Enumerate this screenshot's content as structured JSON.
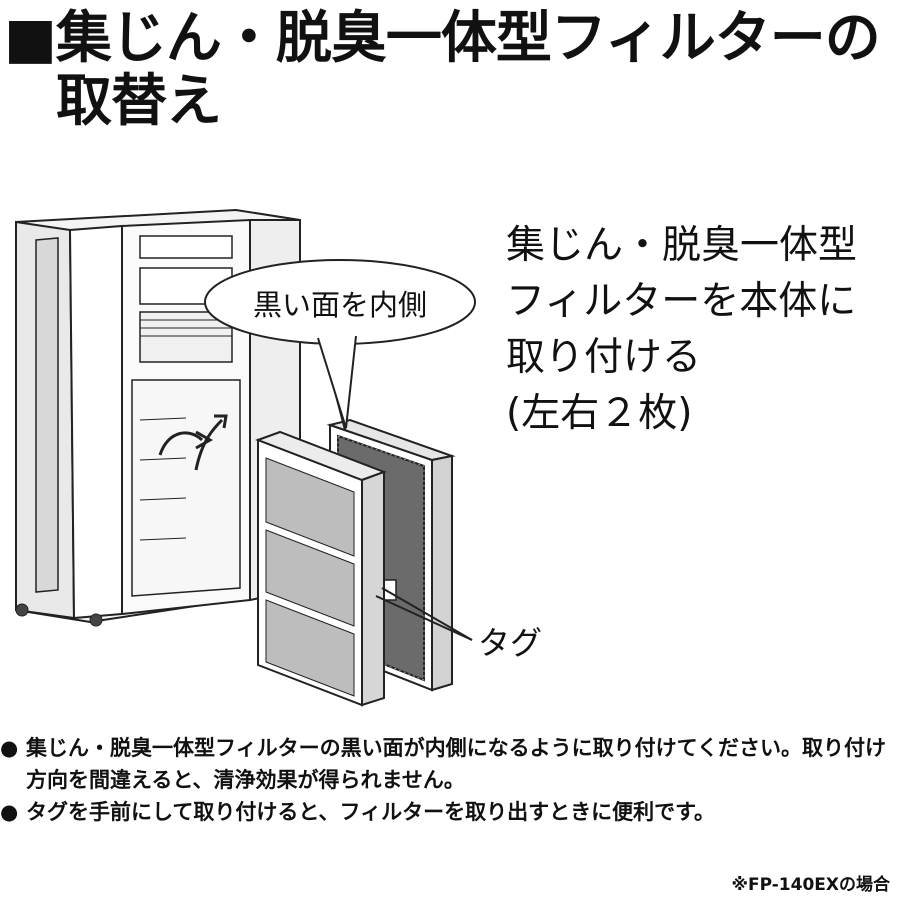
{
  "page": {
    "title_line1": "■集じん・脱臭一体型フィルターの",
    "title_line2": "取替え"
  },
  "illustration": {
    "instruction_lines": [
      "集じん・脱臭一体型",
      "フィルターを本体に",
      "取り付ける",
      "(左右２枚)"
    ],
    "callout": "黒い面を内側",
    "tag_label": "タグ"
  },
  "notes": [
    {
      "bullet": "●",
      "text": "集じん・脱臭一体型フィルターの黒い面が内側になるように取り付けてください。取り付け方向を間違えると、清浄効果が得られません。"
    },
    {
      "bullet": "●",
      "text": "タグを手前にして取り付けると、フィルターを取り出すときに便利です。"
    }
  ],
  "footnote": "※FP-140EXの場合"
}
